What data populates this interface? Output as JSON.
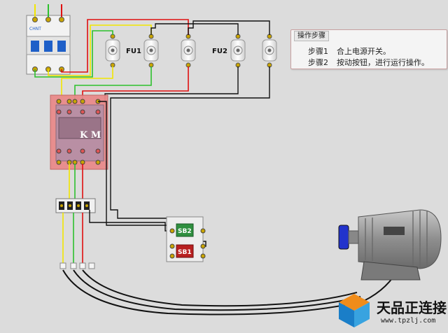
{
  "breaker": {
    "brand": "CHNT"
  },
  "labels": {
    "fu1": "FU1",
    "fu2": "FU2",
    "km": "K M",
    "sb1": "SB1",
    "sb2": "SB2"
  },
  "panel": {
    "title": "操作步骤",
    "steps": [
      {
        "label": "步骤1",
        "text": "合上电源开关。"
      },
      {
        "label": "步骤2",
        "text": "按动按钮，进行运行操作。"
      }
    ]
  },
  "watermark": {
    "name": "天品正连接",
    "url": "www.tpzlj.com"
  },
  "colors": {
    "phase_yellow": "#f2e600",
    "phase_green": "#2dc12d",
    "phase_red": "#e01010",
    "control_black": "#111111",
    "contactor_red": "#e98a8a",
    "sb2_green": "#2f8f3f",
    "sb1_red": "#b82020",
    "motor_blue": "#2233cc"
  }
}
